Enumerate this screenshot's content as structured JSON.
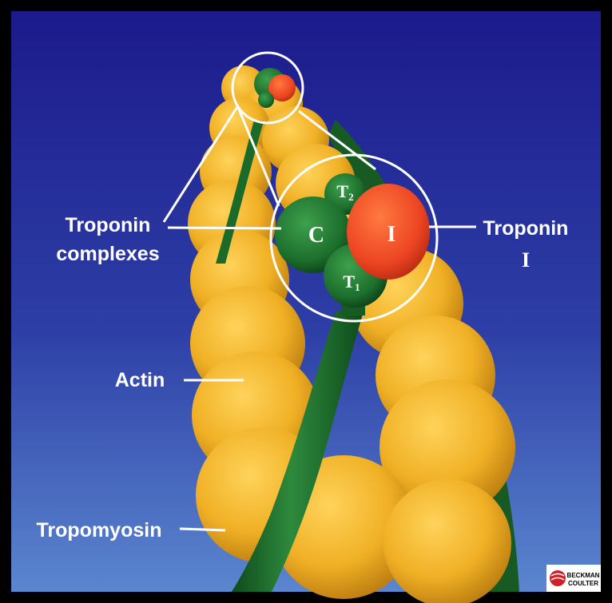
{
  "labels": {
    "troponin_complexes_line1": "Troponin",
    "troponin_complexes_line2": "complexes",
    "troponin_i_line1": "Troponin",
    "troponin_i_line2": "I",
    "actin": "Actin",
    "tropomyosin": "Tropomyosin"
  },
  "subunits": {
    "c": "C",
    "i": "I",
    "t2_letter": "T",
    "t2_index": "2",
    "t1_letter": "T",
    "t1_index": "1"
  },
  "logo": {
    "line1": "BECKMAN",
    "line2": "COULTER"
  },
  "colors": {
    "background_top": "#1c1a8c",
    "background_bottom": "#4f78c8",
    "actin": "#f2b428",
    "tropomyosin": "#1a6a2a",
    "troponin_i": "#ee4a24",
    "frame": "#000000"
  }
}
